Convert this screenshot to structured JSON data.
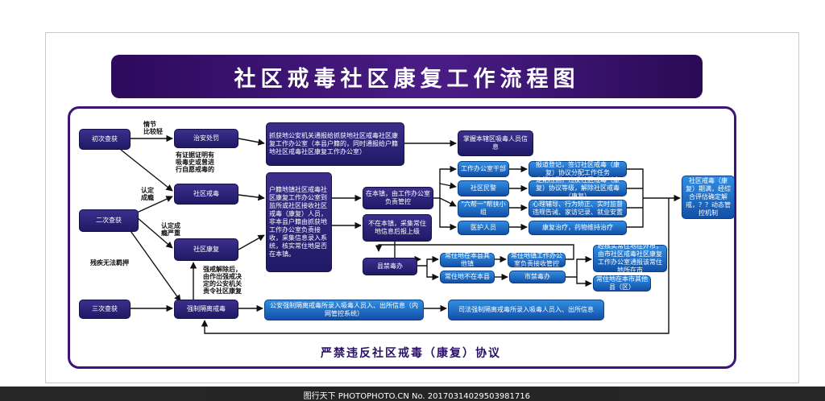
{
  "title": "社区戒毒社区康复工作流程图",
  "footer": "严禁违反社区戒毒（康复）协议",
  "watermark": "图行天下 PHOTOPHOTO.CN  No. 20170314029503981716",
  "colors": {
    "dark": "#231b6e",
    "blue": "#1c63c0",
    "frame": "#3b1678"
  },
  "nodes": {
    "first_capture": "初次查获",
    "second_capture": "二次查获",
    "third_capture": "三次查获",
    "public_security_penalty": "治安处罚",
    "community_rehab_dark": "社区戒毒",
    "community_recovery": "社区康复",
    "forced_isolation": "强制隔离戒毒",
    "notify_office": "抓获地公安机关通报给抓获地社区戒毒社区康复工作办公室（本县户籍的，同时通报给户籍地社区戒毒社区康复工作办公室）",
    "master_info": "掌握本辖区吸毒人员信息",
    "register_office": "户籍地镇社区戒毒社区康复工作办公室到监所或社区接收社区戒毒（康复）人员，非本县户籍由抓获地工作办公室负责接收，采集信息录入系统，核实常住地是否在本镇。",
    "in_town": "在本镇，由工作办公室负责管控",
    "not_in_town": "不在本镇，采集常住地信息后报上级",
    "county_office": "县禁毒办",
    "work_office_cadre": "工作办公室干部",
    "community_police": "社区民警",
    "six_one_team": "\"六帮一\"帮扶小组",
    "medical_staff": "医护人员",
    "report_sign": "报道登记，签订社区戒毒（康复）协议分配工作任务",
    "regular_check": "定期检测，违反社区戒毒（康复）协议等级，解除社区戒毒（康复）",
    "counseling": "心理辅导、行为矫正、实时监督违规告诫、家访记录、就业安置",
    "treatment": "康复治疗，药物维持治疗",
    "final_decision": "社区戒毒（康复）期满，经综合评估确定解戒，？？动态管控机制",
    "residence_in_county": "常住地在本县其他镇",
    "residence_not_in_county": "常住地不在本县",
    "residence_office_transfer": "常住地镇工作办公室负责接收管控",
    "city_office": "市禁毒办",
    "verify_outside_city": "经核实常住地在外市，由市社区戒毒社区康复工作办公室通报该常住地所在市",
    "residence_other_county": "常住地在本市其他县（区）",
    "public_security_info": "公安强制隔离戒毒所录入吸毒人员入、出所信息（内网管控系统）",
    "judicial_info": "司法强制隔离戒毒所录入吸毒人员入、出所信息"
  },
  "notes": {
    "minor": "情节\n比较轻",
    "history": "有证据证明有\n吸毒史或曾进\n行自愿戒毒的",
    "addicted": "认定\n成瘾",
    "severe": "认定成\n瘾严重",
    "disabled": "残疾无法羁押",
    "release_forced": "强戒解除后，\n由作出强戒决\n定的公安机关\n责令社区康复"
  }
}
